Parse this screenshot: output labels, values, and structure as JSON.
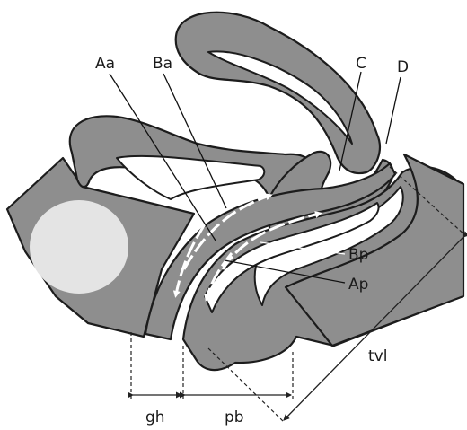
{
  "labels": {
    "Aa": "Aa",
    "Ba": "Ba",
    "C": "C",
    "D": "D",
    "Bp": "Bp",
    "Ap": "Ap",
    "gh": "gh",
    "pb": "pb",
    "tvl": "tvl"
  },
  "colors": {
    "tissue": "#8e8e8e",
    "outline": "#1c1c1c",
    "bone_highlight": "#e4e4e4",
    "background": "#ffffff"
  }
}
